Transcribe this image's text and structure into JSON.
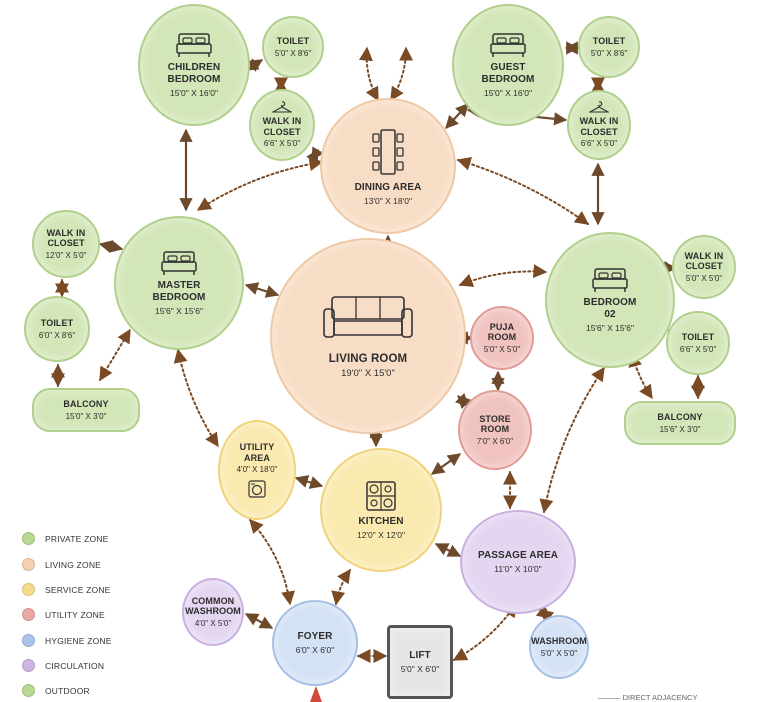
{
  "rooms": {
    "children_bedroom": {
      "name": "CHILDREN\nBEDROOM",
      "dims": "15'0\" X 16'0\"",
      "zone": "private"
    },
    "toilet_children": {
      "name": "TOILET",
      "dims": "5'0\" X 8'6\"",
      "zone": "private"
    },
    "walkin_children": {
      "name": "WALK IN\nCLOSET",
      "dims": "6'6\" X 5'0\"",
      "zone": "private"
    },
    "guest_bedroom": {
      "name": "GUEST\nBEDROOM",
      "dims": "15'0\" X 16'0\"",
      "zone": "private"
    },
    "toilet_guest": {
      "name": "TOILET",
      "dims": "5'0\" X 8'6\"",
      "zone": "private"
    },
    "walkin_guest": {
      "name": "WALK IN\nCLOSET",
      "dims": "6'6\" X 5'0\"",
      "zone": "private"
    },
    "dining_area": {
      "name": "DINING AREA",
      "dims": "13'0\" X 18'0\"",
      "zone": "living"
    },
    "walkin_master": {
      "name": "WALK IN\nCLOSET",
      "dims": "12'0\" X 5'0\"",
      "zone": "private"
    },
    "master_bedroom": {
      "name": "MASTER\nBEDROOM",
      "dims": "15'6\" X 15'6\"",
      "zone": "private"
    },
    "toilet_master": {
      "name": "TOILET",
      "dims": "6'0\" X 8'6\"",
      "zone": "private"
    },
    "balcony_master": {
      "name": "BALCONY",
      "dims": "15'0\" X 3'0\"",
      "zone": "outdoor"
    },
    "living_room": {
      "name": "LIVING ROOM",
      "dims": "19'0\" X 15'0\"",
      "zone": "living"
    },
    "bedroom_02": {
      "name": "BEDROOM\n02",
      "dims": "15'6\" X 15'6\"",
      "zone": "private"
    },
    "walkin_bed02": {
      "name": "WALK IN\nCLOSET",
      "dims": "5'0\" X 5'0\"",
      "zone": "private"
    },
    "toilet_bed02": {
      "name": "TOILET",
      "dims": "6'6\" X 5'0\"",
      "zone": "private"
    },
    "balcony_bed02": {
      "name": "BALCONY",
      "dims": "15'6\" X 3'0\"",
      "zone": "outdoor"
    },
    "puja_room": {
      "name": "PUJA\nROOM",
      "dims": "5'0\" X 5'0\"",
      "zone": "utility"
    },
    "store_room": {
      "name": "STORE\nROOM",
      "dims": "7'0\" X 6'0\"",
      "zone": "utility"
    },
    "utility_area": {
      "name": "UTILITY\nAREA",
      "dims": "4'0\" X 18'0\"",
      "zone": "service"
    },
    "kitchen": {
      "name": "KITCHEN",
      "dims": "12'0\" X 12'0\"",
      "zone": "service"
    },
    "passage_area": {
      "name": "PASSAGE AREA",
      "dims": "11'0\" X 10'0\"",
      "zone": "circulation"
    },
    "common_washroom": {
      "name": "COMMON\nWASHROOM",
      "dims": "4'0\" X 5'0\"",
      "zone": "circulation"
    },
    "foyer": {
      "name": "FOYER",
      "dims": "6'0\" X 6'0\"",
      "zone": "hygiene"
    },
    "lift": {
      "name": "LIFT",
      "dims": "5'0\" X 6'0\"",
      "zone": "lift"
    },
    "washroom": {
      "name": "WASHROOM",
      "dims": "5'0\" X 5'0\"",
      "zone": "hygiene"
    }
  },
  "legend": [
    {
      "label": "PRIVATE ZONE",
      "color": "#b9d795"
    },
    {
      "label": "LIVING ZONE",
      "color": "#f4d0b0"
    },
    {
      "label": "SERVICE ZONE",
      "color": "#f6dc8a"
    },
    {
      "label": "UTILITY ZONE",
      "color": "#eba8a3"
    },
    {
      "label": "HYGIENE ZONE",
      "color": "#a9c3ea"
    },
    {
      "label": "CIRCULATION",
      "color": "#cdb6e2"
    },
    {
      "label": "OUTDOOR",
      "color": "#b9d795"
    }
  ],
  "zone_colors": {
    "private": {
      "fill": "#d3e6b8",
      "border": "#b0d08c"
    },
    "living": {
      "fill": "#f8ddc6",
      "border": "#f0c9a4"
    },
    "service": {
      "fill": "#faeab0",
      "border": "#f0d37a"
    },
    "utility": {
      "fill": "#f0c3bf",
      "border": "#e39b96"
    },
    "hygiene": {
      "fill": "#d4e2f5",
      "border": "#a6c0e8"
    },
    "circulation": {
      "fill": "#e4d6f1",
      "border": "#c8b0e0"
    },
    "outdoor": {
      "fill": "#d3e6b8",
      "border": "#b0d08c"
    },
    "lift": {
      "fill": "#e6e6e6",
      "border": "#555555"
    }
  },
  "connection_colors": {
    "direct": "#6e4a2c",
    "indirect": "#7a4a24"
  },
  "caption": "  ———  DIRECT ADJACENCY"
}
